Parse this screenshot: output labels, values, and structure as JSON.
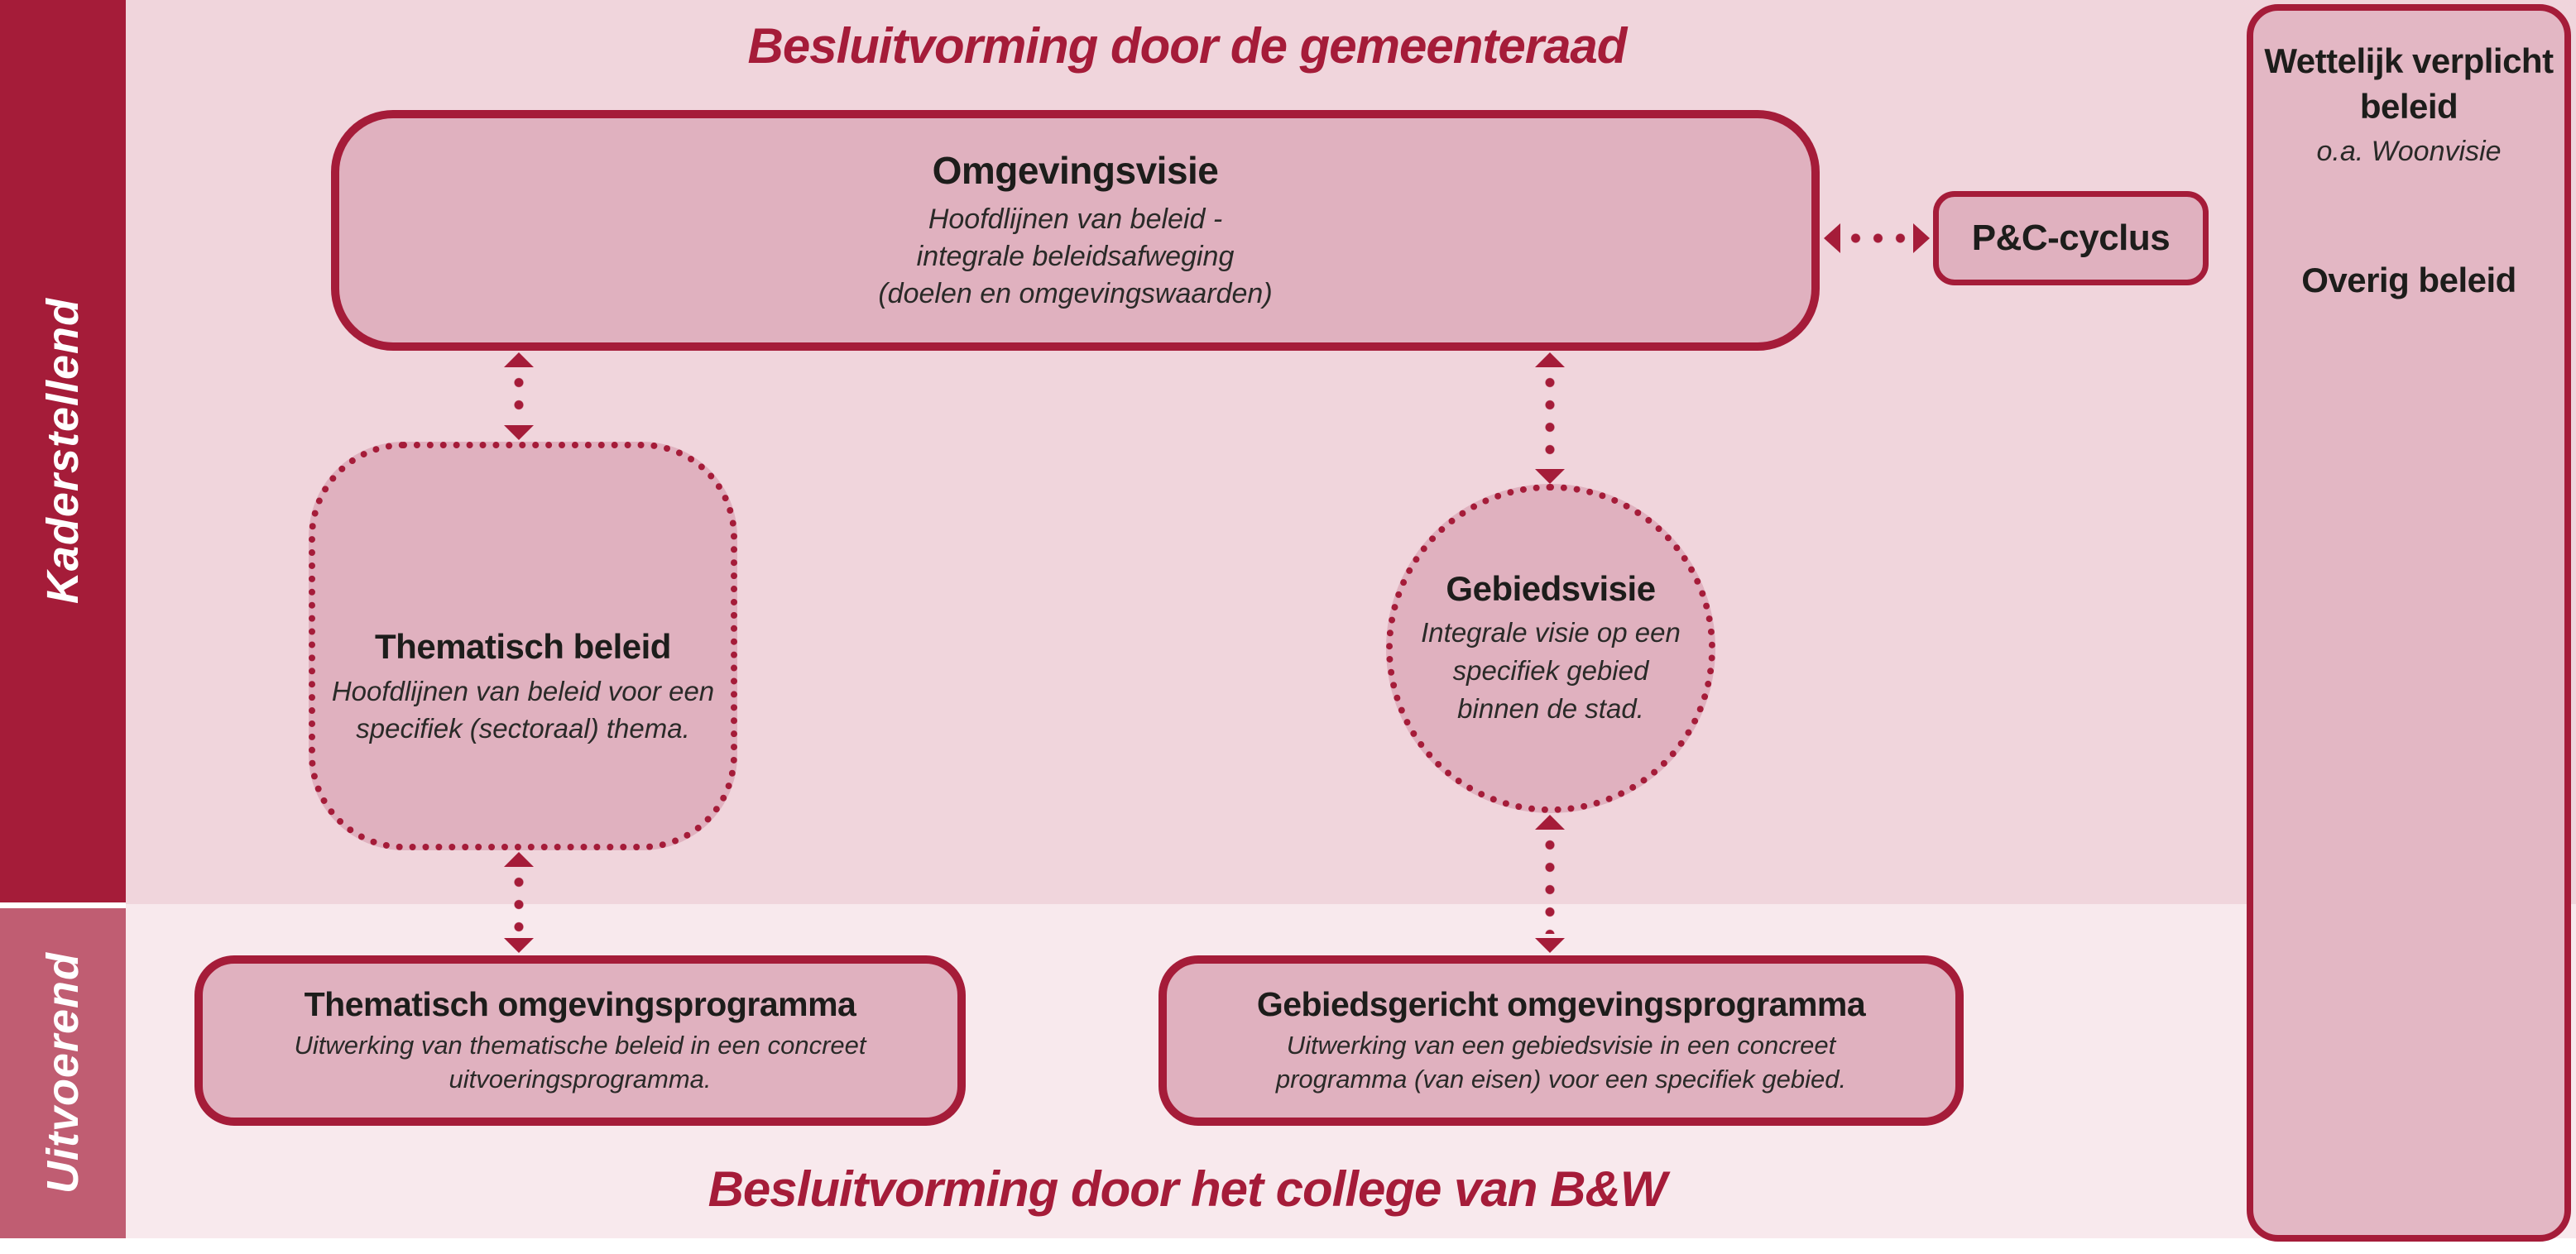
{
  "colors": {
    "accent_dark": "#A51C39",
    "accent_mid": "#C05D72",
    "background_top": "#F0D5DC",
    "background_bottom": "#F8E9ED",
    "node_fill": "#E0B1BF",
    "panel_fill": "#E3B7C4",
    "text": "#1D1D1B"
  },
  "titles": {
    "top": "Besluitvorming door de gemeenteraad",
    "bottom": "Besluitvorming door het college van B&W"
  },
  "sidebar": {
    "kaderstellend": "Kaderstellend",
    "uitvoerend": "Uitvoerend"
  },
  "nodes": {
    "omgevingsvisie": {
      "title": "Omgevingsvisie",
      "lines": [
        "Hoofdlijnen van beleid -",
        "integrale beleidsafweging",
        "(doelen en omgevingswaarden)"
      ]
    },
    "pc_cyclus": {
      "title": "P&C-cyclus"
    },
    "thematisch_beleid": {
      "title": "Thematisch beleid",
      "subtitle": "Hoofdlijnen van beleid voor een specifiek (sectoraal) thema."
    },
    "gebiedsvisie": {
      "title": "Gebiedsvisie",
      "subtitle": "Integrale visie op een specifiek gebied binnen de stad."
    },
    "thematisch_omgevingsprogramma": {
      "title": "Thematisch omgevingsprogramma",
      "subtitle": "Uitwerking van thematische beleid in een concreet uitvoeringsprogramma."
    },
    "gebiedsgericht_omgevingsprogramma": {
      "title": "Gebiedsgericht omgevingsprogramma",
      "subtitle": "Uitwerking van een gebiedsvisie in een concreet programma (van eisen) voor een specifiek gebied."
    }
  },
  "legal_panel": {
    "title": "Wettelijk verplicht beleid",
    "subtitle": "o.a. Woonvisie",
    "secondary_title": "Overig beleid"
  }
}
